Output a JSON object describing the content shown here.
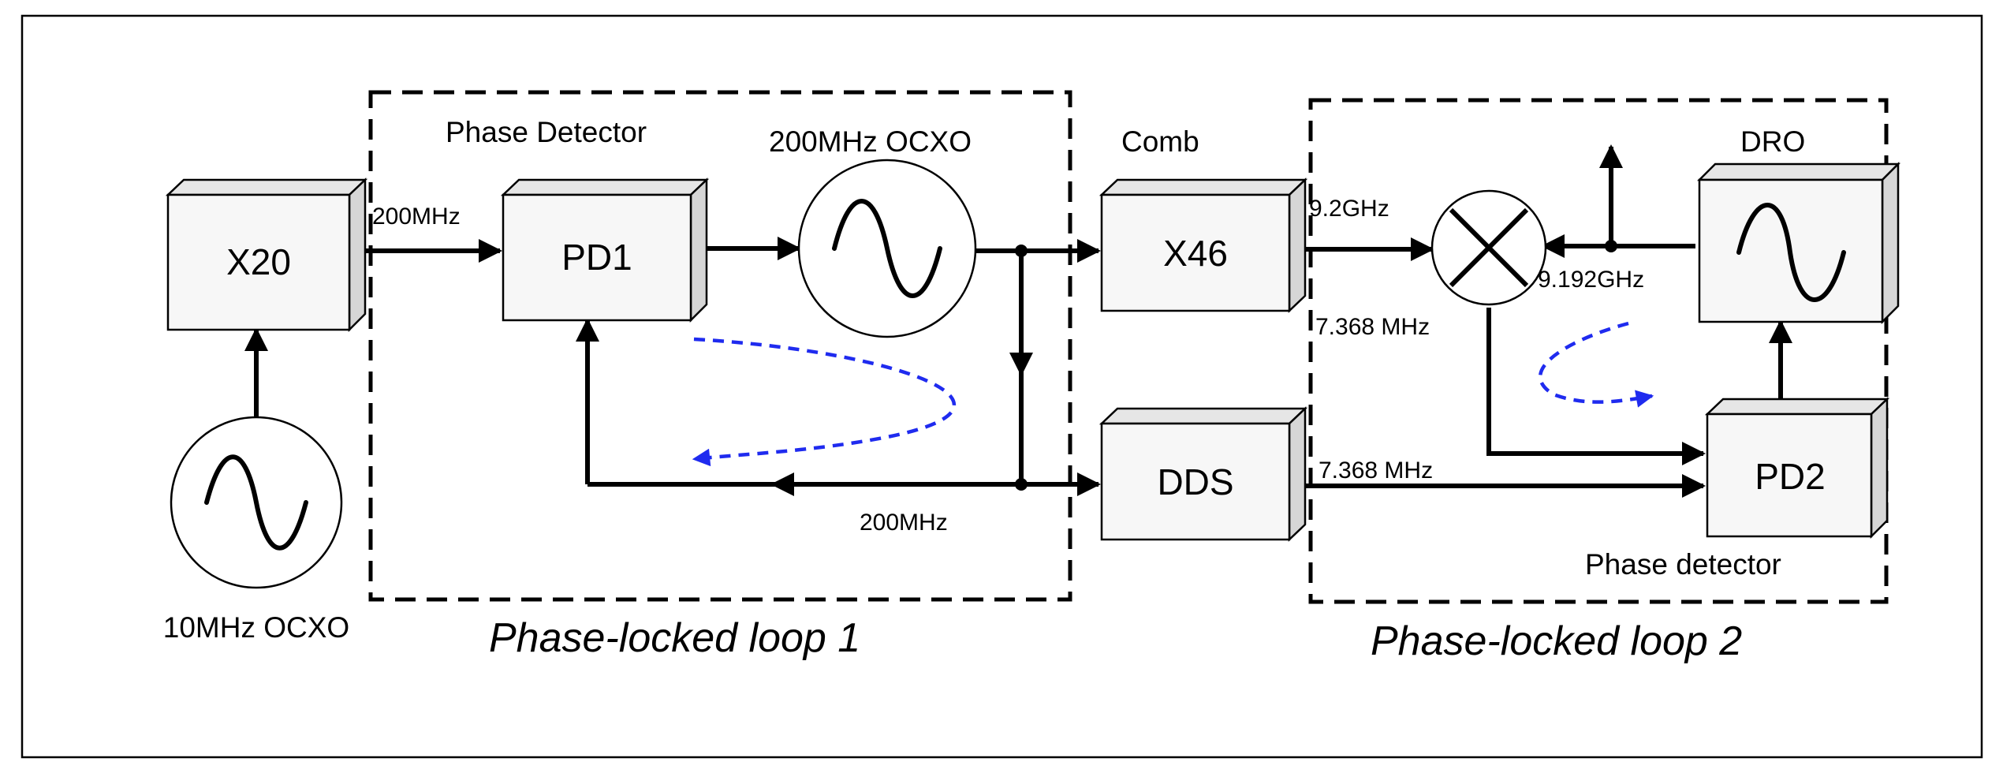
{
  "diagram": {
    "blocks": {
      "x20": "X20",
      "pd1": "PD1",
      "x46": "X46",
      "dds": "DDS",
      "pd2": "PD2"
    },
    "labels": {
      "osc_10mhz": "10MHz OCXO",
      "phase_detector_1": "Phase Detector",
      "osc_200mhz": "200MHz OCXO",
      "comb": "Comb",
      "dro": "DRO",
      "phase_detector_2": "Phase detector"
    },
    "signals": {
      "f_200mhz_in": "200MHz",
      "f_200mhz_fb": "200MHz",
      "f_9_2ghz": "9.2GHz",
      "f_9_192ghz": "9.192GHz",
      "f_if_mixer": "7.368 MHz",
      "f_if_dds": "7.368 MHz"
    },
    "loops": {
      "pll1": "Phase-locked loop 1",
      "pll2": "Phase-locked loop 2"
    }
  }
}
